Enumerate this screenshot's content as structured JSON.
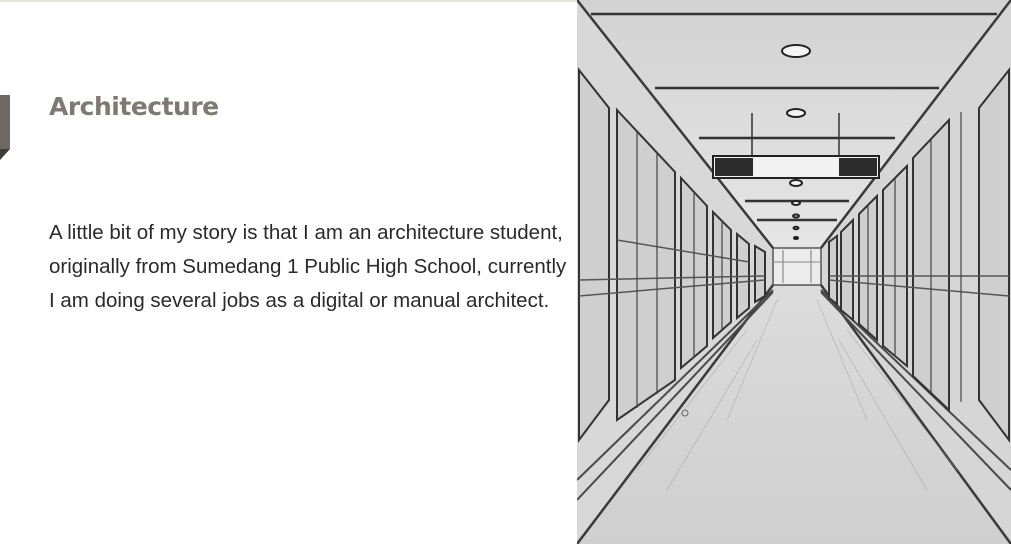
{
  "section": {
    "title": "Architecture",
    "body": "A little bit of my story is that I am an architecture student, originally from Sumedang 1 Public High School, currently I am doing several jobs as a digital or manual architect."
  },
  "image": {
    "subject": "pencil-sketch-corridor-perspective"
  },
  "colors": {
    "title": "#7f7974",
    "body_text": "#2a2a2a",
    "accent": "#6e6864",
    "background": "#ffffff"
  }
}
